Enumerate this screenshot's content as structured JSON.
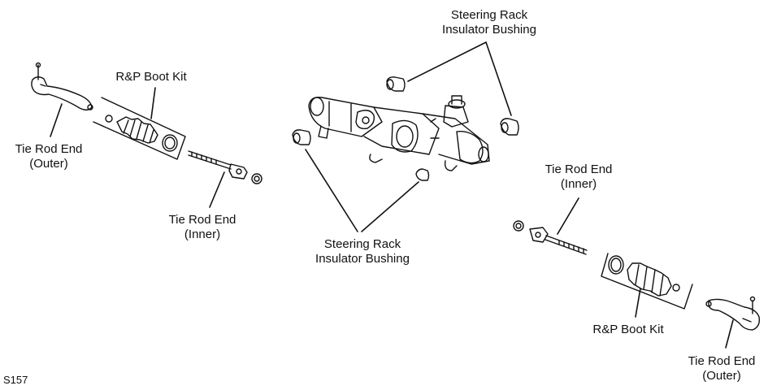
{
  "labels": {
    "tie_rod_end_outer_left": [
      "Tie Rod End",
      "(Outer)"
    ],
    "rp_boot_kit_left": "R&P Boot Kit",
    "tie_rod_end_inner_left": [
      "Tie Rod End",
      "(Inner)"
    ],
    "insulator_bushing_top": [
      "Steering Rack",
      "Insulator Bushing"
    ],
    "insulator_bushing_bottom": [
      "Steering Rack",
      "Insulator Bushing"
    ],
    "tie_rod_end_inner_right": [
      "Tie Rod End",
      "(Inner)"
    ],
    "rp_boot_kit_right": "R&P Boot Kit",
    "tie_rod_end_outer_right": [
      "Tie Rod End",
      "(Outer)"
    ]
  },
  "figure_code": "S157",
  "colors": {
    "line": "#111111",
    "background": "#ffffff"
  }
}
